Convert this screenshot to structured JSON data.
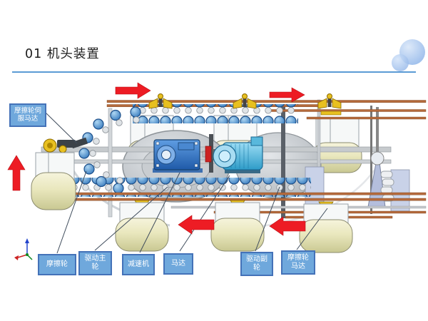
{
  "slide": {
    "title": "01 机头装置"
  },
  "callouts": {
    "friction_servo_motor": "摩擦轮伺\n服马达",
    "friction_wheel": "摩擦轮",
    "drive_main_wheel": "驱动主\n轮",
    "reducer": "减速机",
    "motor": "马达",
    "drive_sub_wheel": "驱动副\n轮",
    "friction_wheel_motor": "摩擦轮\n马达"
  },
  "icons": {
    "flow_arrows": [
      {
        "position": "top-left",
        "direction": "right"
      },
      {
        "position": "top-right",
        "direction": "right"
      },
      {
        "position": "left",
        "direction": "up"
      },
      {
        "position": "bottom-middle",
        "direction": "left"
      },
      {
        "position": "bottom-right",
        "direction": "left"
      }
    ],
    "origin_triad": "cad-origin-axes"
  },
  "colors": {
    "accent-line": "#5b9bd5",
    "label-bg": "#6fa8dc",
    "label-border": "#4472b8",
    "arrow-red": "#ed1c24",
    "title-color": "#1c1c1c"
  }
}
